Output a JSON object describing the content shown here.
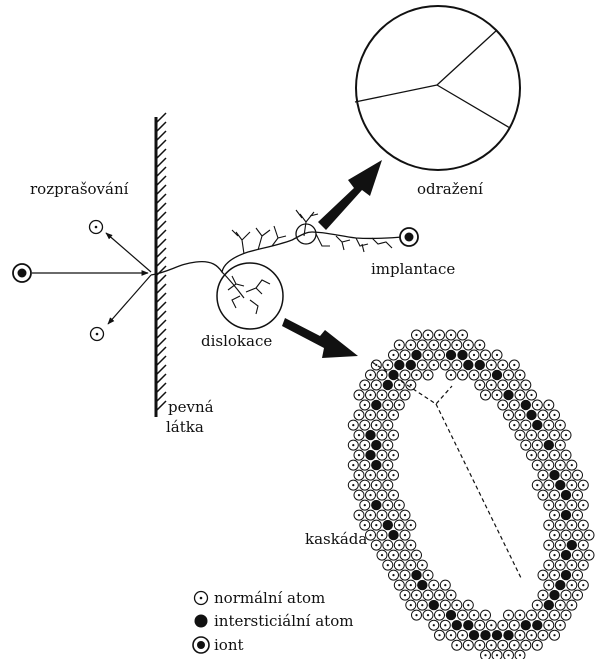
{
  "labels": {
    "sputtering": "rozprašování",
    "reflection": "odražení",
    "implantation": "implantace",
    "dislocation": "dislokace",
    "solid_line1": "pevná",
    "solid_line2": "látka",
    "cascade": "kaskáda"
  },
  "legend": {
    "normal_atom": "normální atom",
    "interstitial_atom": "intersticiální atom",
    "ion": "iont"
  },
  "colors": {
    "ink": "#111111",
    "background": "#ffffff"
  }
}
